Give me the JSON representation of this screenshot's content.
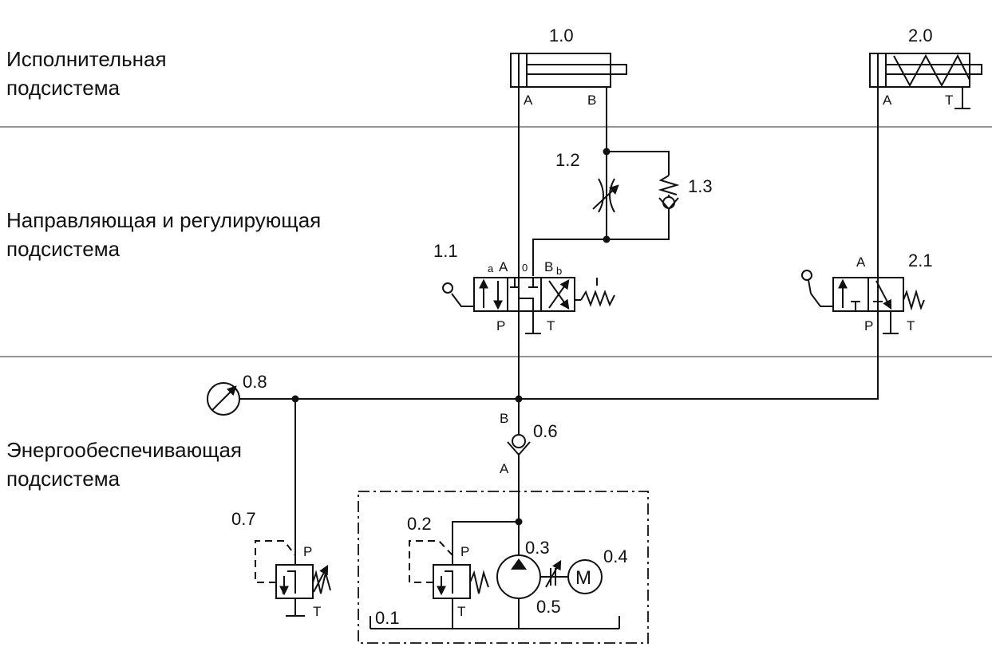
{
  "sections": {
    "actuator": {
      "line1": "Исполнительная",
      "line2": "подсистема"
    },
    "control": {
      "line1": "Направляющая и регулирующая",
      "line2": "подсистема"
    },
    "power": {
      "line1": "Энергообеспечивающая",
      "line2": "подсистема"
    }
  },
  "components": {
    "c1_0": "1.0",
    "c2_0": "2.0",
    "c1_1": "1.1",
    "c1_2": "1.2",
    "c1_3": "1.3",
    "c2_1": "2.1",
    "c0_1": "0.1",
    "c0_2": "0.2",
    "c0_3": "0.3",
    "c0_4": "0.4",
    "c0_5": "0.5",
    "c0_6": "0.6",
    "c0_7": "0.7",
    "c0_8": "0.8"
  },
  "ports": {
    "A": "A",
    "B": "B",
    "P": "P",
    "T": "T",
    "a": "a",
    "b": "b",
    "zero": "0",
    "motor": "M"
  }
}
